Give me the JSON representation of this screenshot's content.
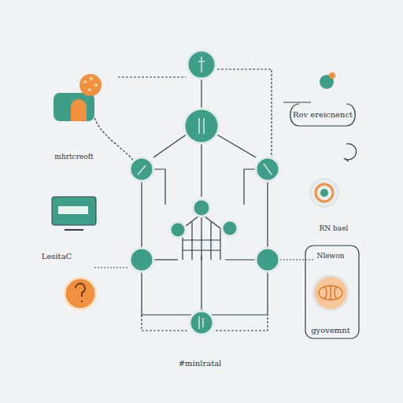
{
  "diagram": {
    "labels": [
      "Rov ereicnenct",
      "mhrtcreoft",
      "LesitaC",
      "RN bael",
      "Nlewon",
      "gyovemnt",
      "#minlratal"
    ]
  }
}
